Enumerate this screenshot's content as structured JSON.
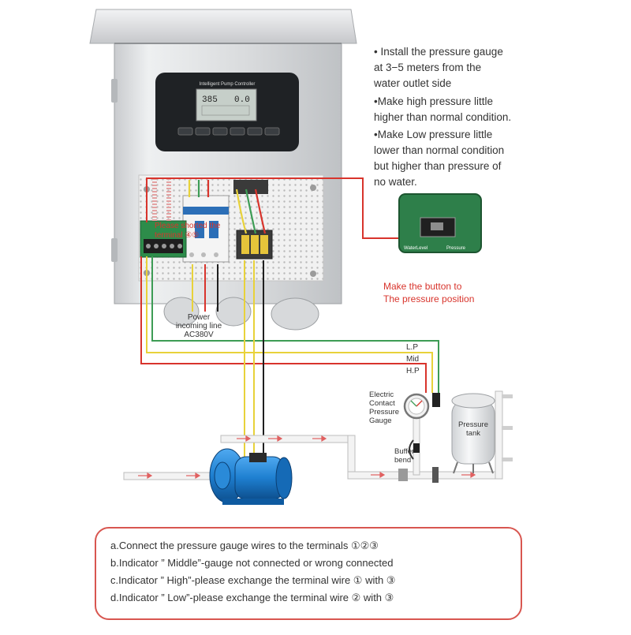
{
  "controller": {
    "title": "Intelligent Pump Controller",
    "display_left": "385",
    "display_right": "0.0"
  },
  "notes": [
    "• Install the pressure gauge",
    "at  3−5 meters from the",
    "water outlet side",
    "•Make high pressure little",
    "higher than normal condition.",
    "•Make Low pressure little",
    "lower than normal condition",
    "but higher than pressure of",
    "no water."
  ],
  "inset": {
    "left_label": "WaterLevel",
    "right_label": "Pressure"
  },
  "button_caption": [
    "Make the button to",
    "The pressure position"
  ],
  "short_caption": [
    "Please shorted the",
    "terminal ④⑤"
  ],
  "power_caption": [
    "Power",
    "incoming line",
    "AC380V"
  ],
  "wire_labels": {
    "lp": "L.P",
    "mid": "Mid",
    "hp": "H.P"
  },
  "gauge_caption": [
    "Electric",
    "Contact",
    "Pressure",
    "Gauge"
  ],
  "buffer_caption": [
    "Buffer",
    "bend"
  ],
  "tank_caption": [
    "Pressure",
    "tank"
  ],
  "instructions": [
    "a.Connect the pressure gauge wires to the terminals ①②③",
    "b.Indicator ” Middle”-gauge not connected  or wrong connected",
    "c.Indicator ” High”-please exchange the terminal wire ① with ③",
    "d.Indicator ” Low”-please exchange the terminal wire ② with ③"
  ],
  "colors": {
    "red_wire": "#d8342c",
    "yellow_wire": "#e8d23a",
    "green_wire": "#3d9c55",
    "pump_blue": "#1e7fd0",
    "pipe_red": "#e06060"
  }
}
